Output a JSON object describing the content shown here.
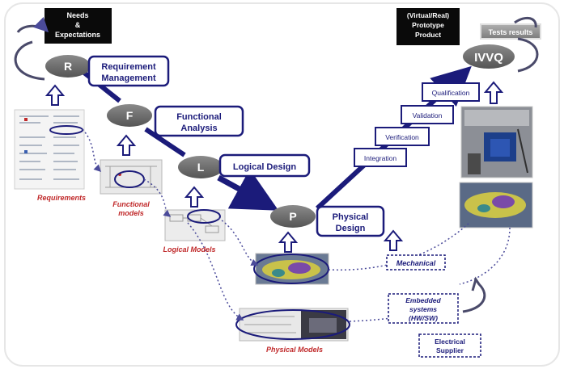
{
  "inputs": {
    "needs": [
      "Needs",
      "&",
      "Expectations"
    ],
    "prototype": [
      "(Virtual/Real)",
      "Prototype",
      "Product"
    ],
    "tests_results": "Tests results"
  },
  "phases": {
    "r": {
      "letter": "R",
      "label": [
        "Requirement",
        "Management"
      ]
    },
    "f": {
      "letter": "F",
      "label": [
        "Functional",
        "Analysis"
      ]
    },
    "l": {
      "letter": "L",
      "label": [
        "Logical Design"
      ]
    },
    "p": {
      "letter": "P",
      "label": [
        "Physical",
        "Design"
      ]
    },
    "ivvq": {
      "letter": "IVVQ"
    }
  },
  "ivvq_steps": [
    "Integration",
    "Verification",
    "Validation",
    "Qualification"
  ],
  "artifacts": {
    "requirements": "Requirements",
    "functional_models": [
      "Functional",
      "models"
    ],
    "logical_models": "Logical Models",
    "physical_models": "Physical Models"
  },
  "suppliers": {
    "mechanical": "Mechanical",
    "embedded": [
      "Embedded",
      "systems",
      "(HW/SW)"
    ],
    "electrical": [
      "Electrical",
      "Supplier"
    ]
  },
  "colors": {
    "navy": "#1b1b7a",
    "node_gray": "#6b6b6b",
    "label_red": "#c0292a",
    "black_box": "#0a0a0a",
    "gray_box": "#8c8c8c"
  }
}
